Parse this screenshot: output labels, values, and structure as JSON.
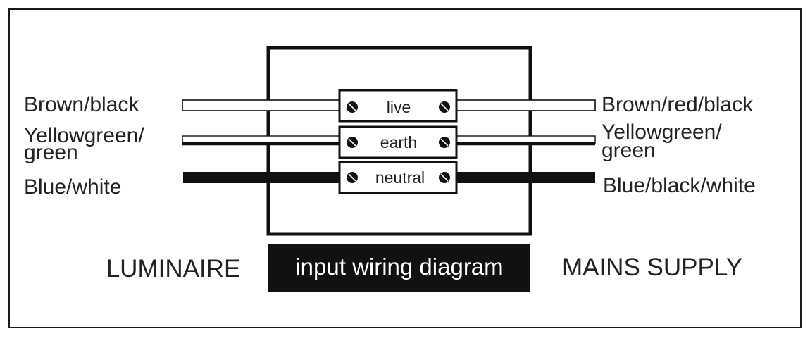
{
  "luminaire": {
    "heading": "LUMINAIRE",
    "wires": [
      {
        "label": "Brown/black"
      },
      {
        "label_line1": "Yellowgreen/",
        "label_line2": "green"
      },
      {
        "label": "Blue/white"
      }
    ]
  },
  "mains": {
    "heading": "MAINS SUPPLY",
    "wires": [
      {
        "label": "Brown/red/black"
      },
      {
        "label_line1": "Yellowgreen/",
        "label_line2": "green"
      },
      {
        "label": "Blue/black/white"
      }
    ]
  },
  "terminals": [
    {
      "label": "live"
    },
    {
      "label": "earth"
    },
    {
      "label": "neutral"
    }
  ],
  "caption": "input wiring diagram",
  "colors": {
    "ink": "#111111",
    "text": "#222222",
    "caption_bg": "#111111",
    "caption_text": "#ffffff"
  }
}
